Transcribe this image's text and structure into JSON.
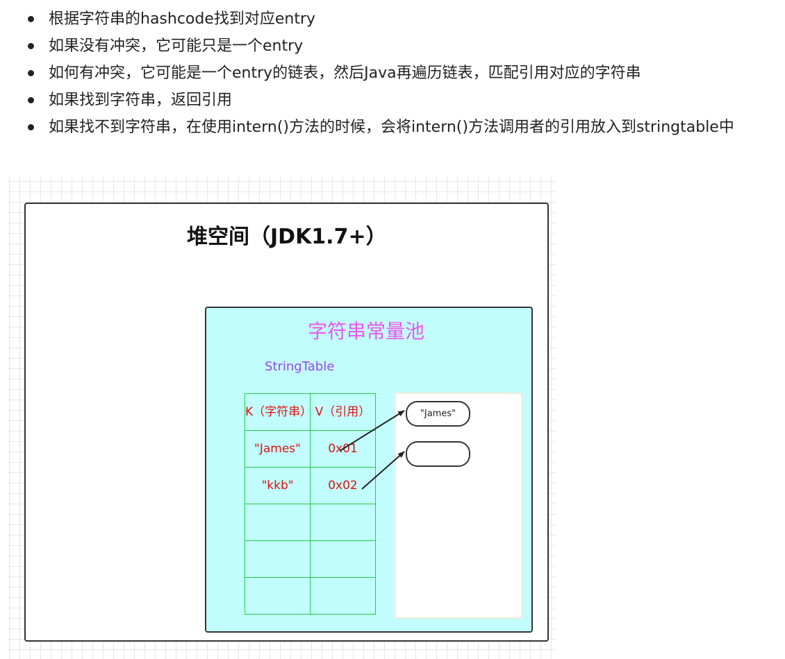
{
  "bullets": [
    "根据字符串的hashcode找到对应entry",
    "如果没有冲突，它可能只是一个entry",
    "如何有冲突，它可能是一个entry的链表，然后Java再遍历链表，匹配引用对应的字符串",
    "如果找到字符串，返回引用",
    "如果找不到字符串，在使用intern()方法的时候，会将intern()方法调用者的引用放入到stringtable中"
  ],
  "diagram": {
    "heap_title": "堆空间（JDK1.7+）",
    "pool_title": "字符串常量池",
    "pool_subtitle": "StringTable",
    "table": {
      "headers": [
        "K（字符串）",
        "V（引用）"
      ],
      "rows": [
        [
          "\"James\"",
          "0x01"
        ],
        [
          "\"kkb\"",
          "0x02"
        ],
        [
          "",
          ""
        ],
        [
          "",
          ""
        ],
        [
          "",
          ""
        ]
      ]
    },
    "nodes": [
      "\"James\"",
      ""
    ]
  },
  "colors": {
    "pool_fill": "#c2fdfd",
    "pool_title": "#ee55ee",
    "pool_subtitle": "#9945ee",
    "table_border": "#22cc44",
    "table_text": "#dd1111"
  }
}
